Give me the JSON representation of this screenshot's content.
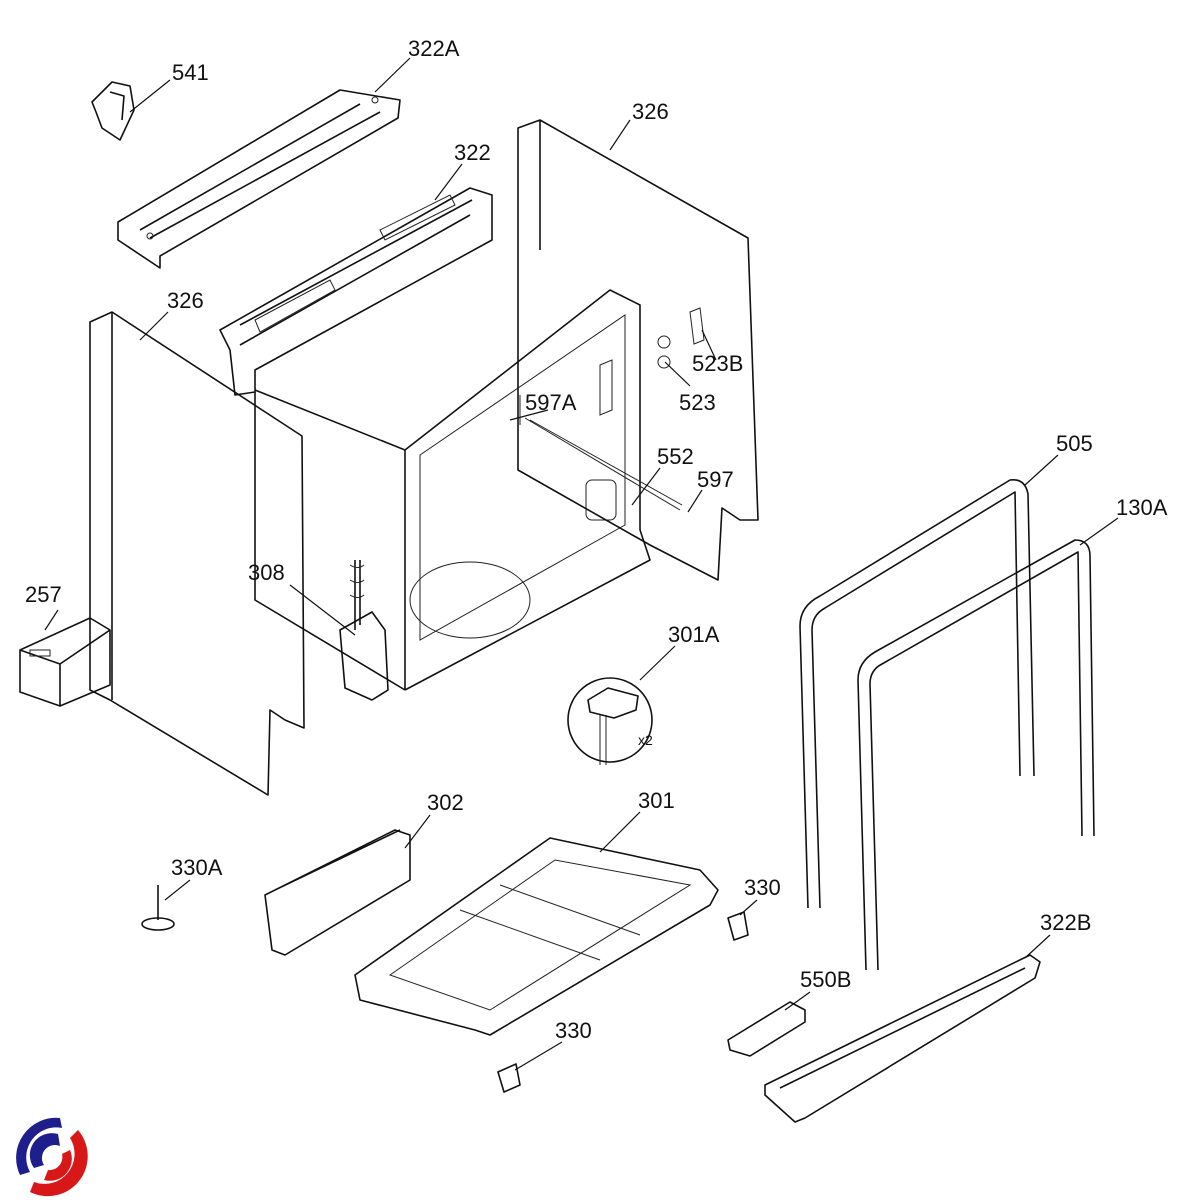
{
  "diagram": {
    "labels": {
      "p541": "541",
      "p322A": "322A",
      "p322": "322",
      "p326_top": "326",
      "p326_left": "326",
      "p523B": "523B",
      "p523": "523",
      "p597A": "597A",
      "p552": "552",
      "p597": "597",
      "p505": "505",
      "p130A": "130A",
      "p308": "308",
      "p257": "257",
      "p301A": "301A",
      "qty_x2": "x2",
      "p302": "302",
      "p301": "301",
      "p330A": "330A",
      "p330_right": "330",
      "p322B": "322B",
      "p550B": "550B",
      "p330_bottom": "330"
    },
    "logo_colors": {
      "blue": "#1e1e8c",
      "red": "#d81818"
    }
  }
}
